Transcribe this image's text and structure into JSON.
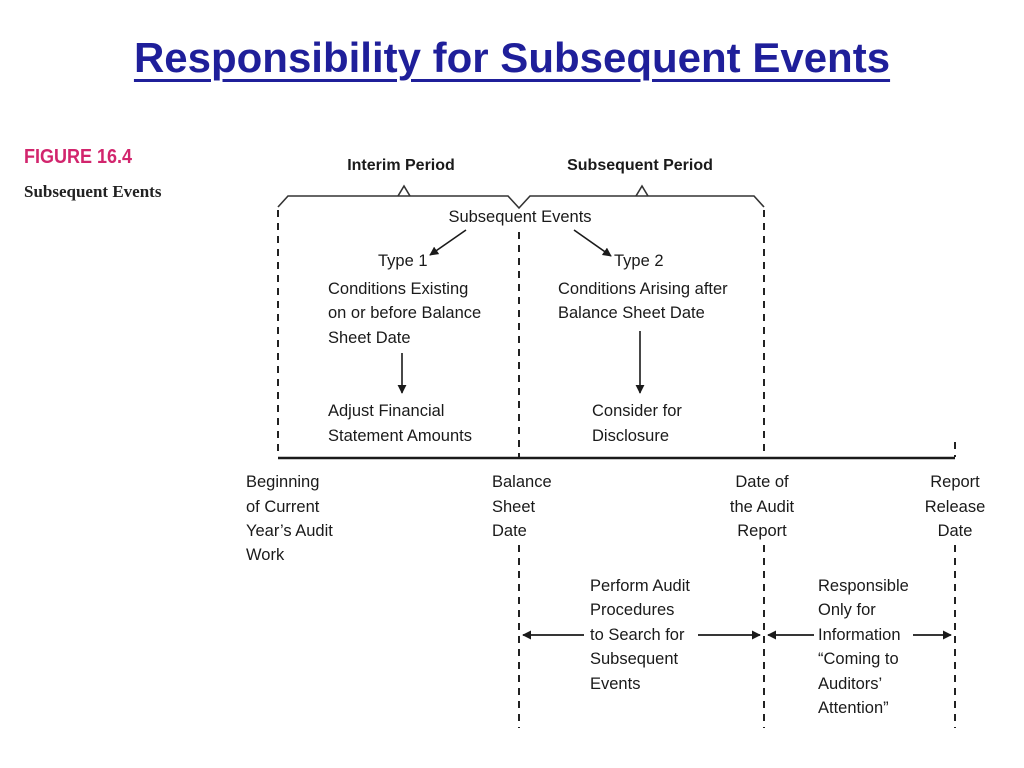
{
  "slide": {
    "title": "Responsibility for Subsequent Events"
  },
  "figure": {
    "number": "FIGURE 16.4",
    "caption": "Subsequent Events"
  },
  "periods": {
    "interim": "Interim Period",
    "subsequent": "Subsequent Period"
  },
  "events": {
    "root": "Subsequent Events",
    "type1": "Type 1",
    "type2": "Type 2"
  },
  "type1_box": {
    "condition": [
      "Conditions Existing",
      "on or before Balance",
      "Sheet Date"
    ],
    "action": [
      "Adjust Financial",
      "Statement Amounts"
    ]
  },
  "type2_box": {
    "condition": [
      "Conditions Arising after",
      "Balance Sheet Date"
    ],
    "action": [
      "Consider for",
      "Disclosure"
    ]
  },
  "timeline": {
    "beginning": [
      "Beginning",
      "of Current",
      "Year’s Audit",
      "Work"
    ],
    "balance_sheet": [
      "Balance",
      "Sheet",
      "Date"
    ],
    "audit_report": [
      "Date of",
      "the Audit",
      "Report"
    ],
    "release": [
      "Report",
      "Release",
      "Date"
    ]
  },
  "responsibilities": {
    "perform": [
      "Perform Audit",
      "Procedures",
      "to Search for",
      "Subsequent",
      "Events"
    ],
    "responsible": [
      "Responsible",
      "Only for",
      "Information",
      "“Coming to",
      "Auditors’",
      "Attention”"
    ]
  },
  "colors": {
    "title": "#1f1f9a",
    "figure_number": "#d2256d",
    "ink": "#1a1a1a"
  }
}
